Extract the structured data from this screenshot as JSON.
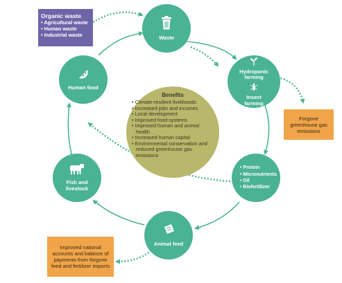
{
  "organic_waste": {
    "title": "Organic waste",
    "items": [
      "Agricultural waste",
      "Human waste",
      "Industrial waste"
    ]
  },
  "nodes": {
    "waste": {
      "label": "Waste",
      "icon": "trash-bin-icon"
    },
    "farming": {
      "label_top": "Hydroponic farming",
      "label_bottom": "Insect farming",
      "icon_top": "plant-icon",
      "icon_bottom": "insect-icon"
    },
    "outputs": {
      "items": [
        "Protein",
        "Micronutrients",
        "Oil",
        "Biofertilizer"
      ]
    },
    "animal_feed": {
      "label": "Animal feed",
      "icon": "feed-bag-icon"
    },
    "fish_livestock": {
      "label": "Fish and livestock",
      "icon": "cow-icon"
    },
    "human_food": {
      "label": "Human food",
      "icon": "pizza-slice-icon"
    }
  },
  "benefits": {
    "title": "Benefits",
    "items": [
      "Climate-resilient livelihoods",
      "Increased jobs and incomes",
      "Local development",
      "Improved food systems",
      "Improved human and animal health",
      "Increased human capital",
      "Environmental conservation and reduced greenhouse gas emissions"
    ]
  },
  "forgone_emissions": "Forgone greenhouse gas emissions",
  "national_accounts": "Improved national accounts and balance of payments from forgone feed and fertilizer imports",
  "colors": {
    "node": "#4ab394",
    "benefits": "#b8b76b",
    "organic_waste_box": "#6e64a8",
    "callout_box": "#f0a54a"
  }
}
